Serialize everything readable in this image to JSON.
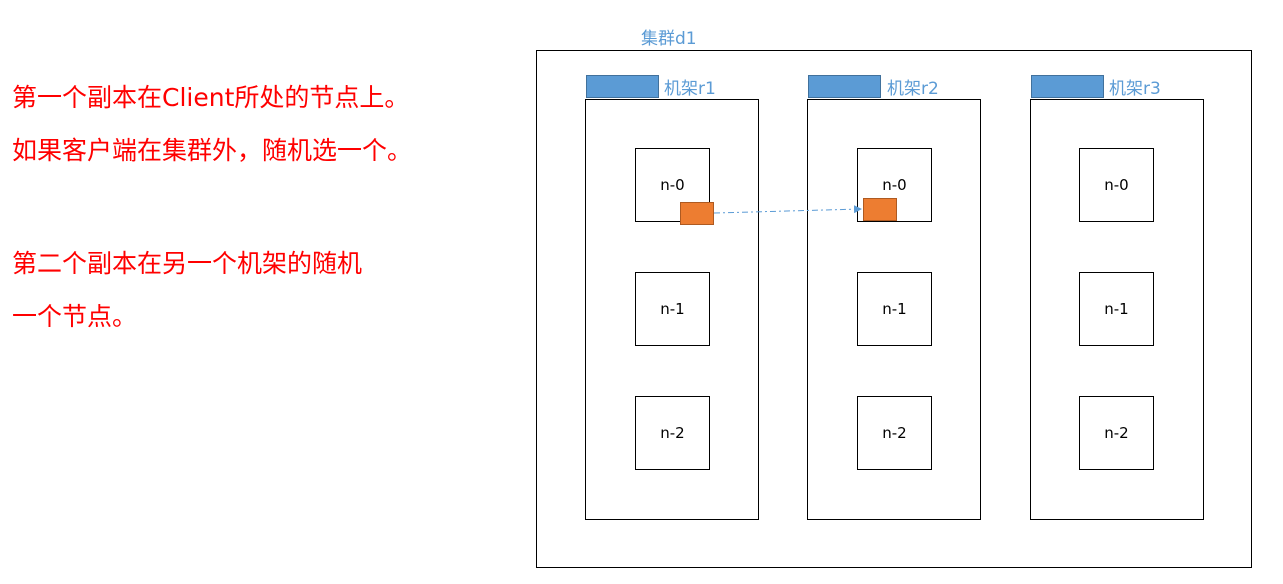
{
  "text_panel": {
    "para1": [
      "第一个副本在Client所处的节点上。",
      "如果客户端在集群外，随机选一个。"
    ],
    "para2": [
      "第二个副本在另一个机架的随机",
      "一个节点。"
    ]
  },
  "cluster": {
    "label": "集群d1"
  },
  "racks": [
    {
      "label": "机架r1",
      "nodes": [
        "n-0",
        "n-1",
        "n-2"
      ]
    },
    {
      "label": "机架r2",
      "nodes": [
        "n-0",
        "n-1",
        "n-2"
      ]
    },
    {
      "label": "机架r3",
      "nodes": [
        "n-0",
        "n-1",
        "n-2"
      ]
    }
  ],
  "colors": {
    "text_red": "#ff0000",
    "label_blue": "#5b9bd5",
    "rack_tab_fill": "#5b9bd5",
    "replica_fill": "#ed7d31",
    "arrow": "#5b9bd5"
  }
}
